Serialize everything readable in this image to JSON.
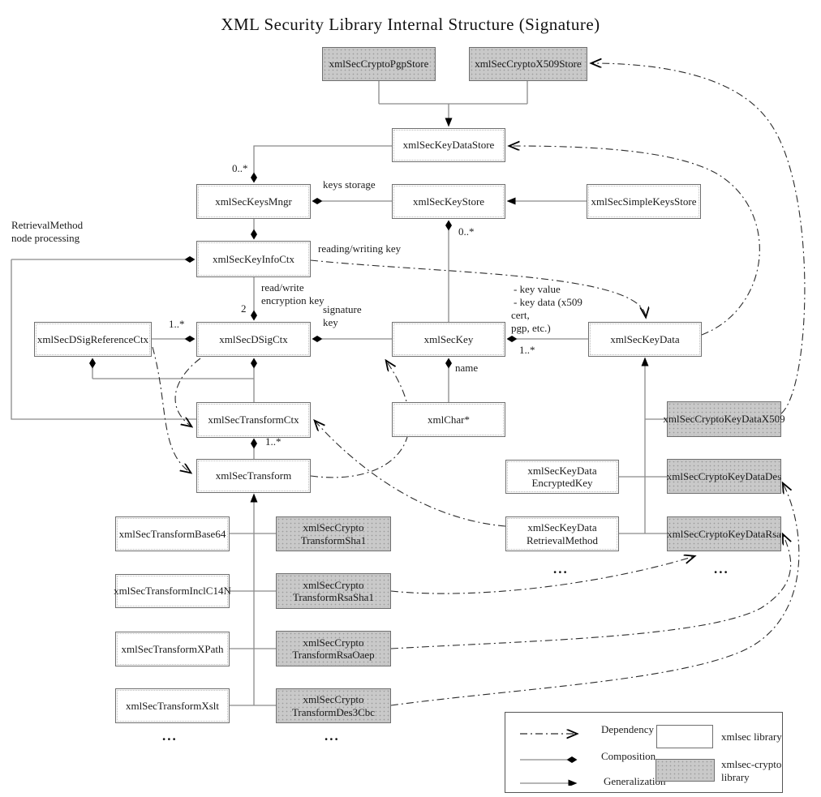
{
  "title": "XML Security Library Internal Structure (Signature)",
  "nodes": {
    "crypto_pgp_store": {
      "label": "xmlSecCryptoPgpStore"
    },
    "crypto_x509_store": {
      "label": "xmlSecCryptoX509Store"
    },
    "key_data_store": {
      "label": "xmlSecKeyDataStore"
    },
    "keys_mngr": {
      "label": "xmlSecKeysMngr"
    },
    "key_store": {
      "label": "xmlSecKeyStore"
    },
    "simple_keys_store": {
      "label": "xmlSecSimpleKeysStore"
    },
    "key_info_ctx": {
      "label": "xmlSecKeyInfoCtx"
    },
    "dsig_reference_ctx": {
      "label": "xmlSecDSigReferenceCtx"
    },
    "dsig_ctx": {
      "label": "xmlSecDSigCtx"
    },
    "key": {
      "label": "xmlSecKey"
    },
    "key_data": {
      "label": "xmlSecKeyData"
    },
    "transform_ctx": {
      "label": "xmlSecTransformCtx"
    },
    "xml_char": {
      "label": "xmlChar*"
    },
    "crypto_key_data_x509": {
      "label": "xmlSecCryptoKeyDataX509"
    },
    "transform": {
      "label": "xmlSecTransform"
    },
    "key_data_encrypted_key": {
      "lines": [
        "xmlSecKeyData",
        "EncryptedKey"
      ]
    },
    "crypto_key_data_des": {
      "label": "xmlSecCryptoKeyDataDes"
    },
    "transform_base64": {
      "label": "xmlSecTransformBase64"
    },
    "crypto_transform_sha1": {
      "lines": [
        "xmlSecCrypto",
        "TransformSha1"
      ]
    },
    "key_data_retrieval_method": {
      "lines": [
        "xmlSecKeyData",
        "RetrievalMethod"
      ]
    },
    "crypto_key_data_rsa": {
      "label": "xmlSecCryptoKeyDataRsa"
    },
    "transform_inclc14n": {
      "label": "xmlSecTransformInclC14N"
    },
    "crypto_transform_rsasha1": {
      "lines": [
        "xmlSecCrypto",
        "TransformRsaSha1"
      ]
    },
    "transform_xpath": {
      "label": "xmlSecTransformXPath"
    },
    "crypto_transform_rsaoaep": {
      "lines": [
        "xmlSecCrypto",
        "TransformRsaOaep"
      ]
    },
    "transform_xslt": {
      "label": "xmlSecTransformXslt"
    },
    "crypto_transform_des3cbc": {
      "lines": [
        "xmlSecCrypto",
        "TransformDes3Cbc"
      ]
    }
  },
  "labels": {
    "keys_storage": "keys storage",
    "mult_keys_mngr": "0..*",
    "mult_key_store": "0..*",
    "retrieval_note_1": "RetrievalMethod",
    "retrieval_note_2": "node processing",
    "reading_writing_key": "reading/writing key",
    "read_write_1": "read/write",
    "read_write_2": "encryption key",
    "two": "2",
    "mult_ref": "1..*",
    "signature_1": "signature",
    "signature_2": "key",
    "key_note_1": "- key value",
    "key_note_2": "- key data (x509",
    "key_note_3": "cert,",
    "key_note_4": "pgp, etc.)",
    "mult_key": "1..*",
    "name": "name",
    "mult_transform": "1..*",
    "ellipsis": "..."
  },
  "legend": {
    "dependency": "Dependency",
    "composition": "Composition",
    "generalization": "Generalization",
    "xmlsec_library": "xmlsec library",
    "crypto_library_1": "xmlsec-crypto",
    "crypto_library_2": "library"
  },
  "colors": {
    "xmlsec_box_fill": "#ffffff",
    "crypto_box_fill": "#c9c9c9",
    "line": "#8a8a8a",
    "dependency_line": "#2b2b2b",
    "marker": "#000000"
  }
}
